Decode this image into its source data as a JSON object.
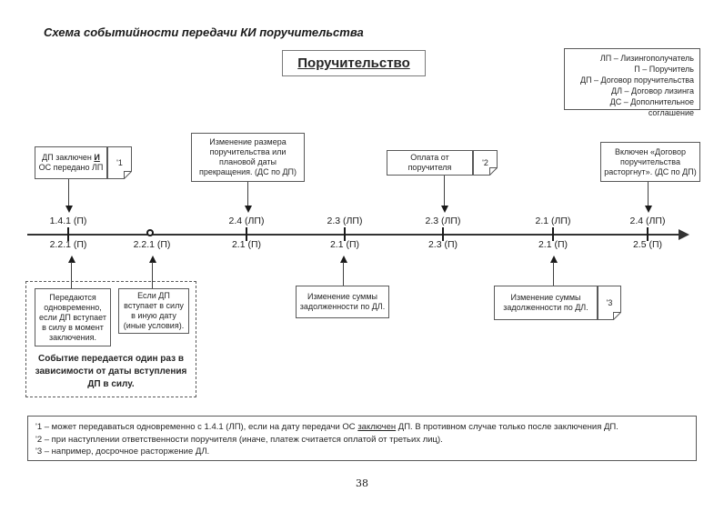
{
  "page": {
    "title": "Схема событийности передачи КИ поручительства",
    "page_number": "38"
  },
  "header": {
    "label": "Поручительство"
  },
  "legend": {
    "items": [
      "ЛП – Лизингополучатель",
      "П – Поручитель",
      "ДП – Договор поручительства",
      "ДЛ – Договор лизинга",
      "ДС – Дополнительное соглашение"
    ]
  },
  "boxes": {
    "dp_os": {
      "line1_pre": "ДП заключен ",
      "line1_emph": "И",
      "line2": "ОС передано ЛП",
      "note": "'1"
    },
    "size_change": {
      "label": "Изменение размера поручительства или плановой даты прекращения. (ДС по ДП)"
    },
    "payment": {
      "label": "Оплата от поручителя",
      "note": "'2"
    },
    "terminated": {
      "label": "Включен «Договор поручительства расторгнут». (ДС по ДП)"
    },
    "debt_change_left": {
      "label": "Изменение суммы задолженности по ДЛ."
    },
    "debt_change_right": {
      "label": "Изменение суммы задолженности по ДЛ.",
      "note": "'3"
    },
    "simultaneous": {
      "label": "Передаются одновременно, если ДП вступает в силу в момент заключения."
    },
    "other_date": {
      "label": "Если ДП вступает в силу в иную дату (иные условия)."
    },
    "caption": {
      "label": "Событие передается один раз в зависимости от даты вступления ДП в силу."
    }
  },
  "timeline": {
    "events": [
      {
        "above": "1.4.1 (П)",
        "below": "2.2.1 (П)"
      },
      {
        "above": "",
        "below": "2.2.1 (П)"
      },
      {
        "above": "2.4 (ЛП)",
        "below": "2.1 (П)"
      },
      {
        "above": "2.3 (ЛП)",
        "below": "2.1 (П)"
      },
      {
        "above": "2.3 (ЛП)",
        "below": "2.3 (П)"
      },
      {
        "above": "2.1 (ЛП)",
        "below": "2.1 (П)"
      },
      {
        "above": "2.4 (ЛП)",
        "below": "2.5 (П)"
      }
    ]
  },
  "footnotes": {
    "f1_pre": "'1 – может передаваться одновременно с 1.4.1 (ЛП), если на дату передачи ОС ",
    "f1_underline": "заключен",
    "f1_post": " ДП. В противном случае только после заключения ДП.",
    "f2": "'2 – при наступлении ответственности поручителя (иначе, платеж считается оплатой от третьих лиц).",
    "f3": "'3 – например, досрочное расторжение ДЛ."
  }
}
